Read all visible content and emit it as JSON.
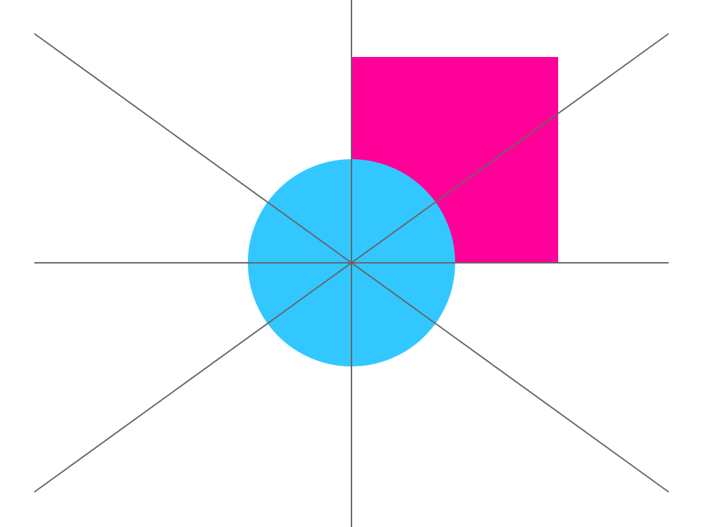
{
  "colors": {
    "background": "#ffffff",
    "square_fill": "#ff0099",
    "circle_fill": "#33c7ff",
    "line_stroke": "#666666"
  },
  "shapes": {
    "square": {
      "kind": "square"
    },
    "circle": {
      "kind": "circle"
    },
    "lines": {
      "kind": "radial-lines",
      "count": 4
    }
  }
}
